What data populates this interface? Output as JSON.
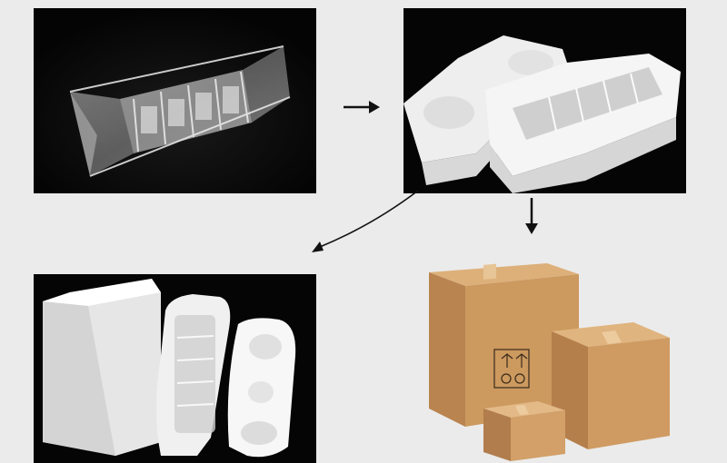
{
  "steps": [
    {
      "id": "step-1",
      "subject": "crystal-trophy-photo"
    },
    {
      "id": "step-2",
      "subject": "foam-insert-photo"
    },
    {
      "id": "step-3",
      "subject": "white-box-with-foam-photo"
    },
    {
      "id": "step-4",
      "subject": "cardboard-boxes-illustration"
    }
  ],
  "arrows": [
    "right-arrow-icon",
    "down-arrow-icon",
    "curved-arrow-icon"
  ],
  "colors": {
    "page_background": "#ebebeb",
    "photo_background": "#060606",
    "foam": "#f4f4f4",
    "cardboard": "#c9945a",
    "arrow": "#111111"
  }
}
